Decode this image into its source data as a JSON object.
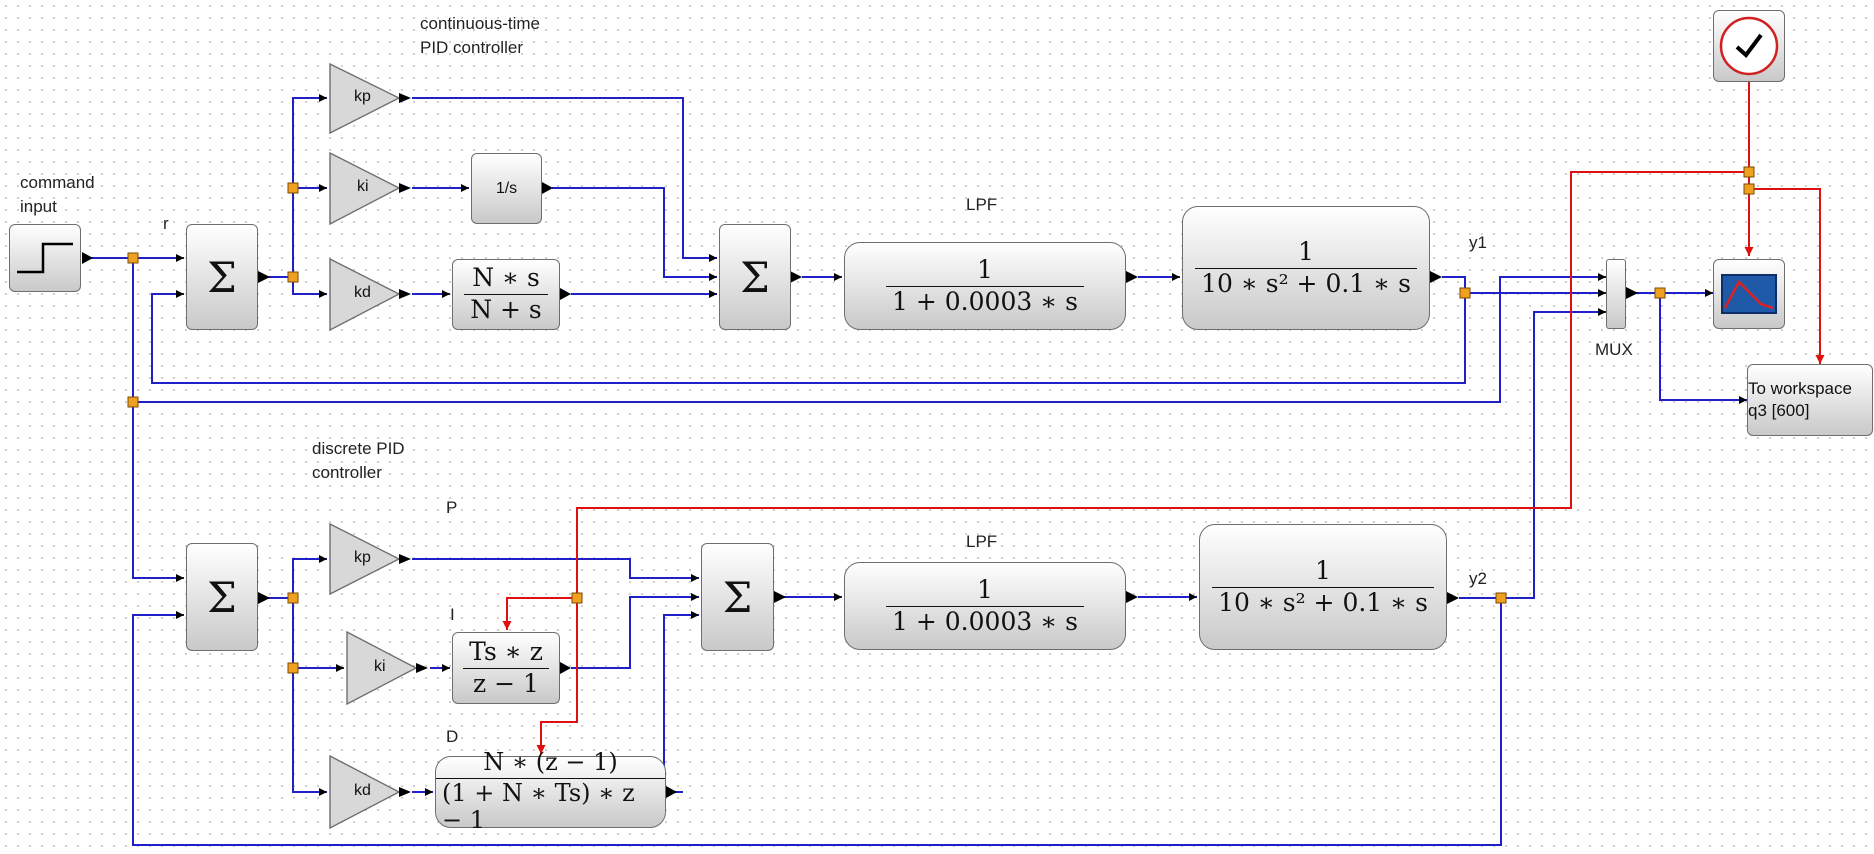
{
  "labels": {
    "continuous_title": "continuous-time\nPID controller",
    "discrete_title": "discrete PID\ncontroller",
    "command_input": "command\ninput",
    "r": "r",
    "lpf_top": "LPF",
    "lpf_bottom": "LPF",
    "y1": "y1",
    "y2": "y2",
    "mux": "MUX",
    "p": "P",
    "i": "I",
    "d": "D"
  },
  "continuous": {
    "sum_symbol": "Σ",
    "gain_kp": "kp",
    "gain_ki": "ki",
    "gain_kd": "kd",
    "integrator": "1/s",
    "derivative": {
      "num": "N ∗ s",
      "den": "N + s"
    },
    "lpf": {
      "num": "1",
      "den": "1 + 0.0003 ∗ s"
    },
    "plant": {
      "num": "1",
      "den": "10 ∗ s² + 0.1 ∗ s"
    }
  },
  "discrete": {
    "sum_symbol": "Σ",
    "gain_kp": "kp",
    "gain_ki": "ki",
    "gain_kd": "kd",
    "integrator": {
      "num": "Ts ∗ z",
      "den": "z − 1"
    },
    "derivative": {
      "num": "N ∗ (z − 1)",
      "den": "(1 + N ∗ Ts) ∗ z − 1"
    },
    "lpf": {
      "num": "1",
      "den": "1 + 0.0003 ∗ s"
    },
    "plant": {
      "num": "1",
      "den": "10 ∗ s² + 0.1 ∗ s"
    }
  },
  "workspace": {
    "line1": "To workspace",
    "line2": "q3 [600]"
  },
  "colors": {
    "signal_link": "#2020c8",
    "event_link": "#e02020",
    "split_point": "#f0a020"
  },
  "icons": {
    "step": "step-icon",
    "clock": "clock-icon",
    "scope": "scope-icon"
  }
}
